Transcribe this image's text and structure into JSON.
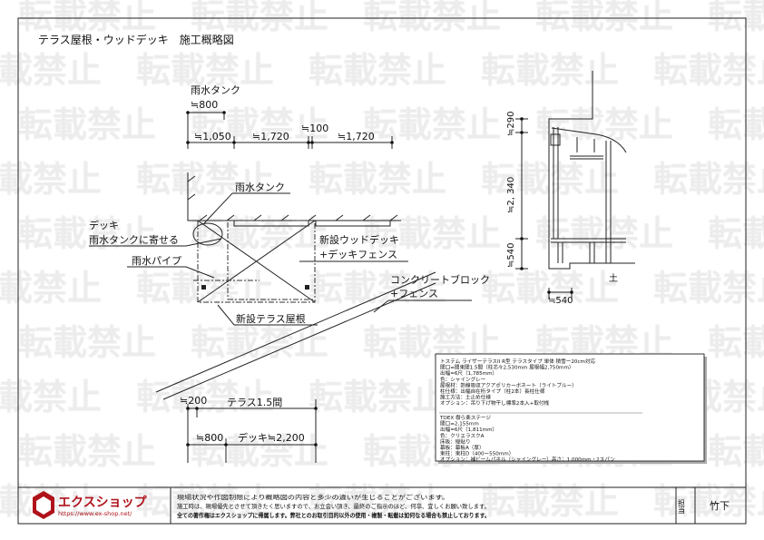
{
  "title": "テラス屋根・ウッドデッキ　施工概略図",
  "watermark": "転載禁止",
  "top_dims": {
    "tank_label": "雨水タンク",
    "tank_width": "≒800",
    "d1": "≒1,050",
    "d2": "≒1,720",
    "d3": "≒100",
    "d4": "≒1,720"
  },
  "plan_labels": {
    "rain_tank": "雨水タンク",
    "deck_line1": "デッキ",
    "deck_line2": "雨水タンクに寄せる",
    "rain_pipe": "雨水パイプ",
    "new_deck_line1": "新設ウッドデッキ",
    "new_deck_line2": "+デッキフェンス",
    "block_line1": "コンクリートブロック",
    "block_line2": "+フェンス",
    "new_roof": "新設テラス屋根"
  },
  "bottom_dims": {
    "d200": "≒200",
    "terrace": "テラス1.5間",
    "d800": "≒800",
    "deck": "デッキ≒2,200"
  },
  "elevation": {
    "h1": "≒290",
    "h2": "≒2, 340",
    "h3": "≒540",
    "w": "≒540",
    "ground": "土"
  },
  "spec": {
    "terrace_lines": [
      "トステム ライザーテラスII R型 テラスタイプ 単体 積雪ー20cm対応",
      "間口=間束間1.5間（柱芯々2,530mm 屋根幅2,750mm）",
      "出幅=6尺（1,785mm）",
      "色：シャイングレー",
      "屋根材：熱線吸収アクアポリカーボネート（ライトブルー）",
      "柱仕様：出幅自在桁タイプ（柱2本）長柱仕様",
      "施工方法：土止め仕様",
      "オプション：吊り下げ物干し標準2本入+取付桟"
    ],
    "deck_lines": [
      "TOEX 樹ら楽ステージ",
      "間口=2,155mm",
      "出幅=6尺（1,811mm）",
      "色：クリエラスクA",
      "床板：縦貼り",
      "幕板：幕板A（厚）",
      "束柱：束柱D（400ー550mm）",
      "オプション：補ビームパネル（シャイングレー）高さ：1,000mm・2スパン"
    ]
  },
  "footer": {
    "logo_text": "エクスショップ",
    "logo_url": "https://www.ex-shop.net/",
    "note1": "現場状況や作図制限により概略図の内容と多少の違いが生じることがございます。",
    "note2": "施工時は、現場優先とさせて頂きたく思いますので、お立会い頂き、最終のご指示のほど、何卒、宜しくお願い致します。",
    "note3": "全ての著作権はエクスショップに帰属します。弊社とのお取引目的以外の使用・複製・転載は如何なる場合も禁止しております。",
    "staff_label": "担当",
    "staff_name": "竹下"
  },
  "colors": {
    "logo": "#b0121b",
    "watermark": "#ececec"
  }
}
